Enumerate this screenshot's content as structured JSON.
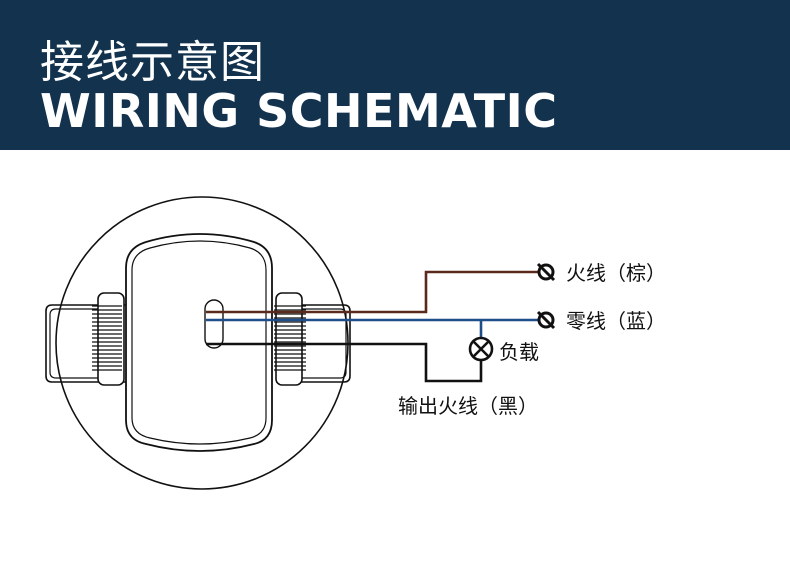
{
  "header": {
    "title_cn": "接线示意图",
    "title_en": "WIRING SCHEMATIC"
  },
  "labels": {
    "live": "火线（棕）",
    "neutral": "零线（蓝）",
    "load": "负载",
    "output": "输出火线（黑）"
  },
  "colors": {
    "header_bg": "#12324d",
    "live_wire": "#5a2a1c",
    "neutral_wire": "#1f4f8a",
    "output_wire": "#111111"
  }
}
